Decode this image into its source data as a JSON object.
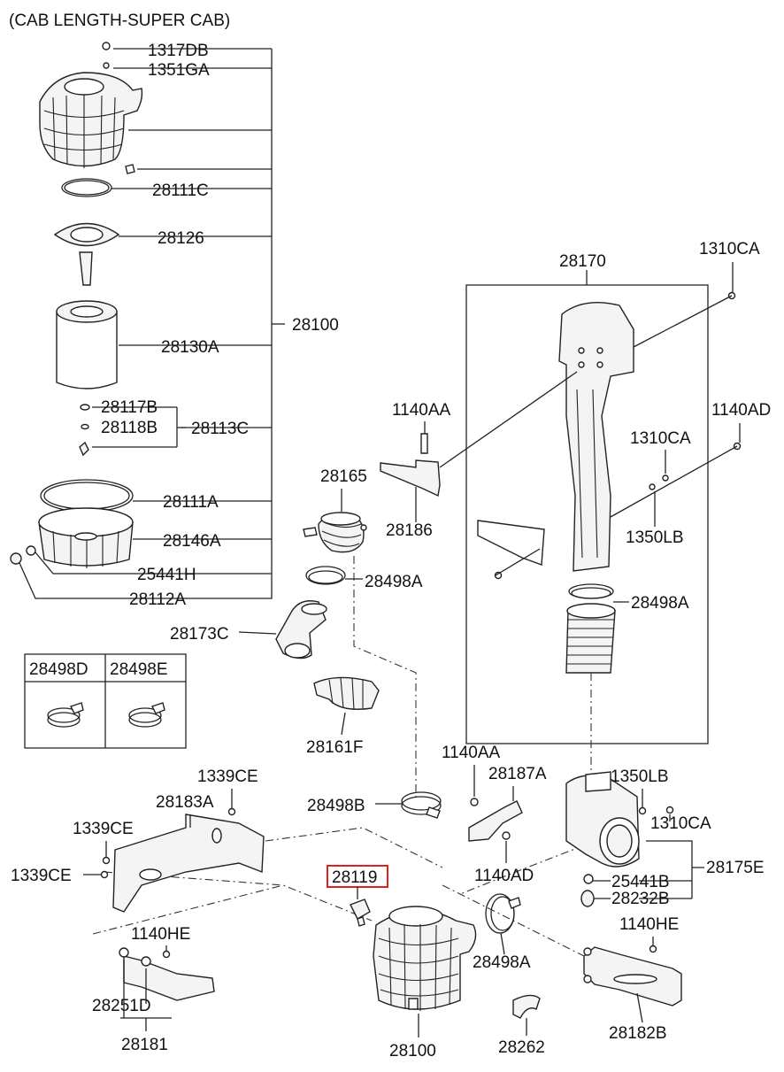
{
  "header": {
    "title": "(CAB LENGTH-SUPER CAB)"
  },
  "labels": {
    "p1317DB": "1317DB",
    "p1351GA": "1351GA",
    "p28111C": "28111C",
    "p28126": "28126",
    "p28100_top": "28100",
    "p28130A": "28130A",
    "p28117B": "28117B",
    "p28118B": "28118B",
    "p28113C": "28113C",
    "p28111A": "28111A",
    "p28146A": "28146A",
    "p25441H": "25441H",
    "p28112A": "28112A",
    "p28170": "28170",
    "p1310CA_top": "1310CA",
    "p1140AD_top": "1140AD",
    "p1140AA_top": "1140AA",
    "p28165": "28165",
    "p1310CA_mid": "1310CA",
    "p28186": "28186",
    "p1350LB_mid": "1350LB",
    "p28498A_top": "28498A",
    "p28498A_right": "28498A",
    "p28173C": "28173C",
    "p28498D": "28498D",
    "p28498E": "28498E",
    "p28161F": "28161F",
    "p1140AA_low": "1140AA",
    "p28187A": "28187A",
    "p1350LB_low": "1350LB",
    "p1339CE_a": "1339CE",
    "p28183A": "28183A",
    "p28498B": "28498B",
    "p1310CA_low": "1310CA",
    "p1339CE_b": "1339CE",
    "p28175E": "28175E",
    "p1339CE_c": "1339CE",
    "p28119": "28119",
    "p1140AD_low": "1140AD",
    "p25441B": "25441B",
    "p28232B": "28232B",
    "p1140HE_left": "1140HE",
    "p1140HE_right": "1140HE",
    "p28498A_low": "28498A",
    "p28251D": "28251D",
    "p28182B": "28182B",
    "p28181": "28181",
    "p28100_bottom": "28100",
    "p28262": "28262"
  },
  "highlight": {
    "part": "28119",
    "color": "#e02020"
  }
}
